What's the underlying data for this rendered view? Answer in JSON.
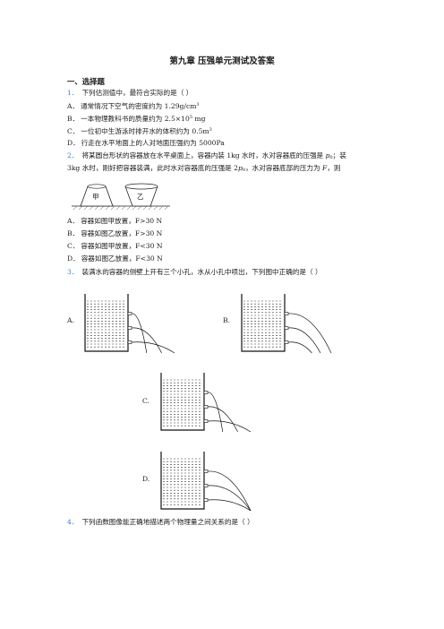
{
  "doc": {
    "title": "第九章  压强单元测试及答案",
    "section": "一、选择题"
  },
  "q1": {
    "num": "1．",
    "stem": "下列估测值中，最符合实际的是（   ）",
    "options": [
      {
        "label": "A．",
        "text": "通常情况下空气的密度约为 1.29g/cm",
        "sup": "3"
      },
      {
        "label": "B．",
        "text": "一本物理教科书的质量约为 2.5×10",
        "sup": "5",
        "tail": " mg"
      },
      {
        "label": "C．",
        "text": "一位初中生游泳时排开水的体积约为 0.5m",
        "sup": "3"
      },
      {
        "label": "D．",
        "text": "行走在水平地面上的人对地面压强约为 5000Pa"
      }
    ]
  },
  "q2": {
    "num": "2．",
    "line1_a": "将某圆台形状的容器放在水平桌面上，容器内装 1kg 水时，水对容器底的压强是 ",
    "line1_var": "p",
    "line1_sub": "0",
    "line1_b": "；装",
    "line2_a": "3kg 水时，刚好把容器装满，此时水对容器底的压强是 2",
    "line2_var": "p",
    "line2_sub": "0",
    "line2_b": "，水对容器底部的压力为 ",
    "line2_var2": "F",
    "line2_c": "，则",
    "fig_labels": [
      "甲",
      "乙"
    ],
    "options": [
      {
        "label": "A．",
        "text": "容器如图甲放置，F>30 N"
      },
      {
        "label": "B．",
        "text": "容器如图乙放置，F>30 N"
      },
      {
        "label": "C．",
        "text": "容器如图甲放置，F<30 N"
      },
      {
        "label": "D．",
        "text": "容器如图乙放置，F<30 N"
      }
    ]
  },
  "q3": {
    "num": "3．",
    "stem": "装满水的容器的侧壁上开有三个小孔，水从小孔中喷出，下列图中正确的是（   ）",
    "figs": [
      {
        "label": "A.",
        "reach": [
          0.35,
          0.7,
          1.0
        ]
      },
      {
        "label": "B.",
        "reach": [
          1.0,
          0.75,
          0.55
        ]
      },
      {
        "label": "C.",
        "reach": [
          0.35,
          0.7,
          1.0
        ]
      },
      {
        "label": "D.",
        "reach": [
          1.0,
          1.0,
          1.0
        ]
      }
    ]
  },
  "q4": {
    "num": "4．",
    "stem": "下列函数图像能正确地描述两个物理量之间关系的是（      ）"
  }
}
